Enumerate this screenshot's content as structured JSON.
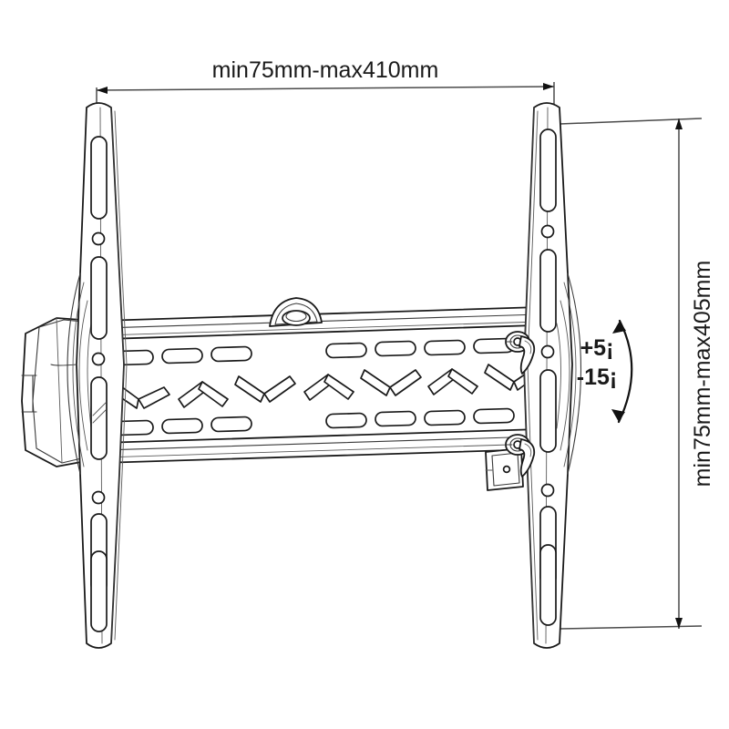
{
  "drawing": {
    "title": "TV Wall Mount Bracket Technical Drawing",
    "background_color": "#ffffff",
    "line_color": "#1a1a1a",
    "dimension_line_color": "#4a4a4a",
    "width_dimension": {
      "label": "min75mm-max410mm",
      "orientation": "horizontal",
      "position": "top"
    },
    "height_dimension": {
      "label": "min75mm-max405mm",
      "orientation": "vertical",
      "position": "right"
    },
    "tilt_annotation": {
      "up_label": "+5¡",
      "down_label": "-15¡",
      "position": "right-center"
    },
    "components": {
      "left_bracket": "left-vertical-rail",
      "right_bracket": "right-vertical-rail",
      "wall_plate": "center-wall-plate",
      "top_rail": "top-horizontal-rail",
      "bottom_rail": "bottom-horizontal-rail",
      "center_tab": "center-mounting-tab",
      "left_cover": "left-end-cover-cap",
      "upper_knob": "upper-tilt-knob",
      "lower_knob": "lower-tilt-knob"
    }
  }
}
